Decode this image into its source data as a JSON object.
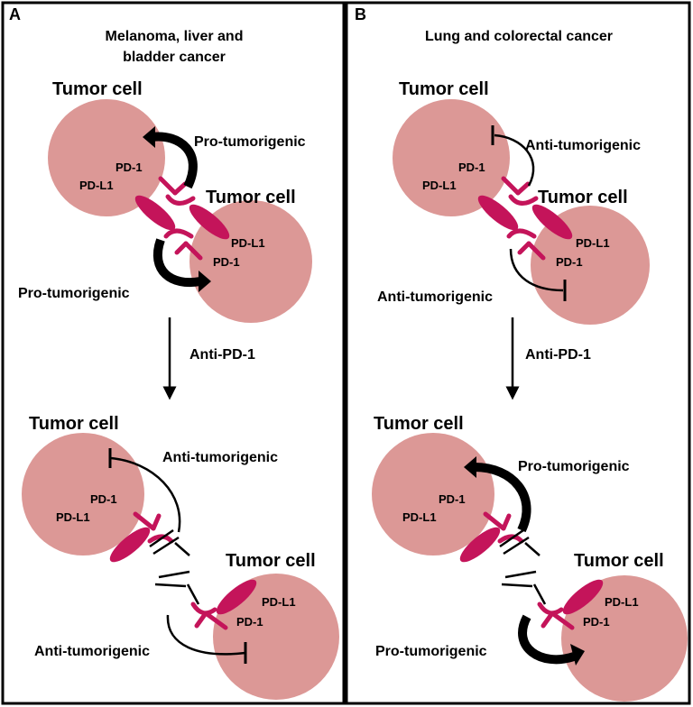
{
  "panel_a": {
    "letter": "A",
    "title_line1": "Melanoma, liver and",
    "title_line2": "bladder cancer",
    "top": {
      "cell1": "Tumor cell",
      "cell2": "Tumor cell",
      "pd1_upper": "PD-1",
      "pdl1_upper": "PD-L1",
      "pdl1_lower": "PD-L1",
      "pd1_lower": "PD-1",
      "effect_upper": "Pro-tumorigenic",
      "effect_lower": "Pro-tumorigenic"
    },
    "treatment": "Anti-PD-1",
    "bottom": {
      "cell1": "Tumor cell",
      "cell2": "Tumor cell",
      "pd1_upper": "PD-1",
      "pdl1_upper": "PD-L1",
      "pdl1_lower": "PD-L1",
      "pd1_lower": "PD-1",
      "effect_upper": "Anti-tumorigenic",
      "effect_lower": "Anti-tumorigenic"
    }
  },
  "panel_b": {
    "letter": "B",
    "title_line1": "Lung and colorectal cancer",
    "top": {
      "cell1": "Tumor cell",
      "cell2": "Tumor cell",
      "pd1_upper": "PD-1",
      "pdl1_upper": "PD-L1",
      "pdl1_lower": "PD-L1",
      "pd1_lower": "PD-1",
      "effect_upper": "Anti-tumorigenic",
      "effect_lower": "Anti-tumorigenic"
    },
    "treatment": "Anti-PD-1",
    "bottom": {
      "cell1": "Tumor cell",
      "cell2": "Tumor cell",
      "pd1_upper": "PD-1",
      "pdl1_upper": "PD-L1",
      "pdl1_lower": "PD-L1",
      "pd1_lower": "PD-1",
      "effect_upper": "Pro-tumorigenic",
      "effect_lower": "Pro-tumorigenic"
    }
  },
  "colors": {
    "cell_fill": "#dc9896",
    "receptor": "#c4145a",
    "stroke": "#000000"
  }
}
